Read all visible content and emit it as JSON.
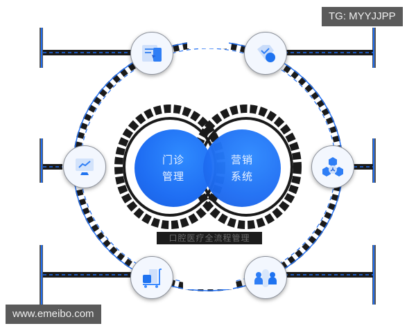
{
  "diagram": {
    "title": "口腔医疗全流程管理",
    "center": [
      {
        "line1": "门诊",
        "line2": "管理"
      },
      {
        "line1": "营销",
        "line2": "系统"
      }
    ],
    "nodes": [
      {
        "id": "document-tablet",
        "icon": "document-cursor-icon",
        "position": "top-left"
      },
      {
        "id": "badge-check",
        "icon": "check-tag-icon",
        "position": "top-right"
      },
      {
        "id": "monitor-chart",
        "icon": "monitor-chart-icon",
        "position": "middle-left"
      },
      {
        "id": "hex-network",
        "icon": "hexagon-network-icon",
        "position": "middle-right"
      },
      {
        "id": "cart",
        "icon": "trolley-cart-icon",
        "position": "bottom-left"
      },
      {
        "id": "users",
        "icon": "users-group-icon",
        "position": "bottom-right"
      }
    ],
    "colors": {
      "accent": "#1f6ef3",
      "accent_light": "#3d8bff",
      "line_dark": "#1a1a1a",
      "node_bg": "#f3f7fe"
    }
  },
  "watermarks": {
    "top_right": "TG: MYYJJPP",
    "bottom_left": "www.emeibo.com"
  }
}
